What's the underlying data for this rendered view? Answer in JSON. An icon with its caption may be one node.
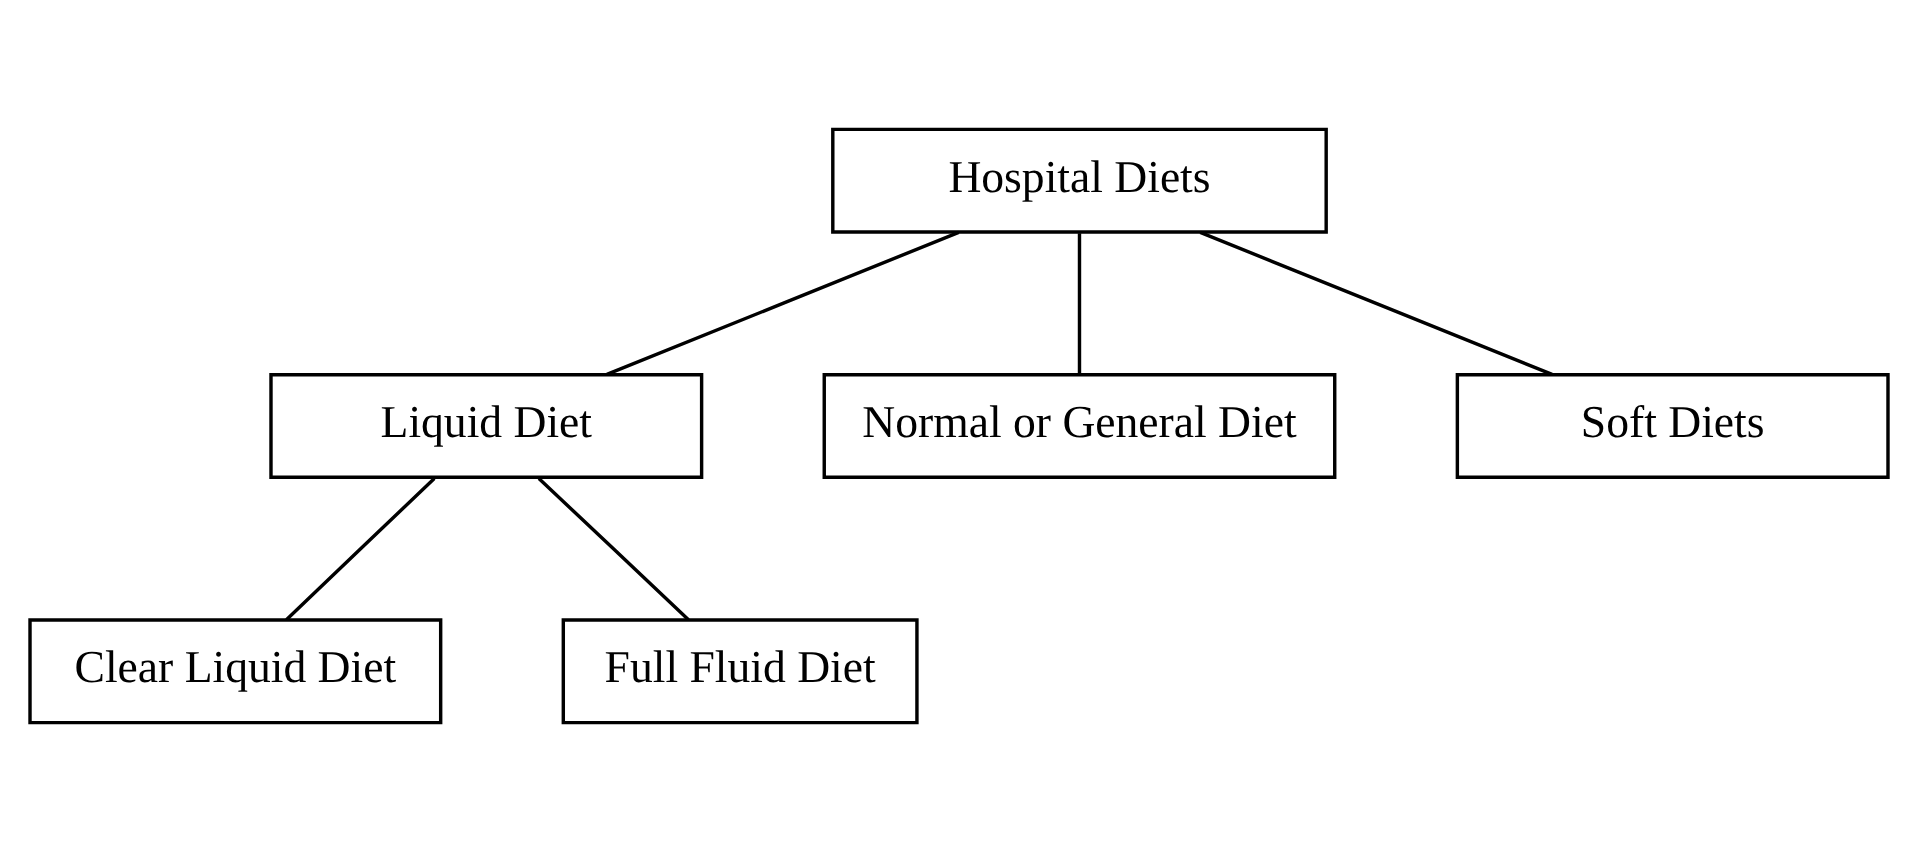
{
  "diagram": {
    "nodes": [
      {
        "text": [
          "Hospital Diets"
        ]
      },
      {
        "text": [
          "Liquid Diet"
        ]
      },
      {
        "text": [
          "Normal or General Diet"
        ]
      },
      {
        "text": [
          "Soft Diets"
        ]
      },
      {
        "text": [
          "Clear Liquid Diet"
        ]
      },
      {
        "text": [
          "Full Fluid Diet"
        ]
      }
    ],
    "edges": [
      {
        "from": 0,
        "to": 1,
        "arrow": "none"
      },
      {
        "from": 0,
        "to": 2,
        "arrow": "none"
      },
      {
        "from": 0,
        "to": 3,
        "arrow": "none"
      },
      {
        "from": 1,
        "to": 4,
        "arrow": "none"
      },
      {
        "from": 1,
        "to": 5,
        "arrow": "none"
      }
    ]
  }
}
